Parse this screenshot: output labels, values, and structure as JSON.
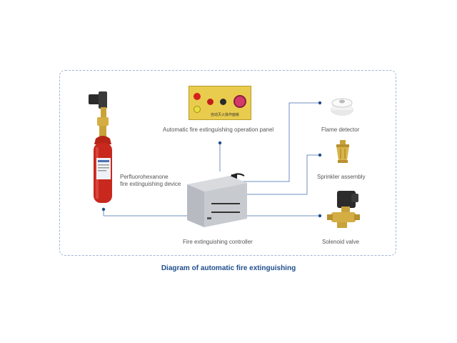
{
  "labels": {
    "extinguisher": "Perfluorohexanone\nfire extinguishing device",
    "panel": "Automatic fire extinguishing operation panel",
    "controller": "Fire extinguishing controller",
    "flame_detector": "Flame detector",
    "sprinkler": "Sprinkler assembly",
    "solenoid": "Solenoid valve"
  },
  "caption": "Diagram of automatic fire extinguishing",
  "panel_text": "自动灭火操作面板",
  "colors": {
    "frame": "#9fb6d6",
    "wire": "#6f8fc0",
    "dot": "#1f4e8c",
    "caption": "#1f4e8c",
    "cylinder": "#c8281e",
    "panel": "#e9cc4d"
  }
}
